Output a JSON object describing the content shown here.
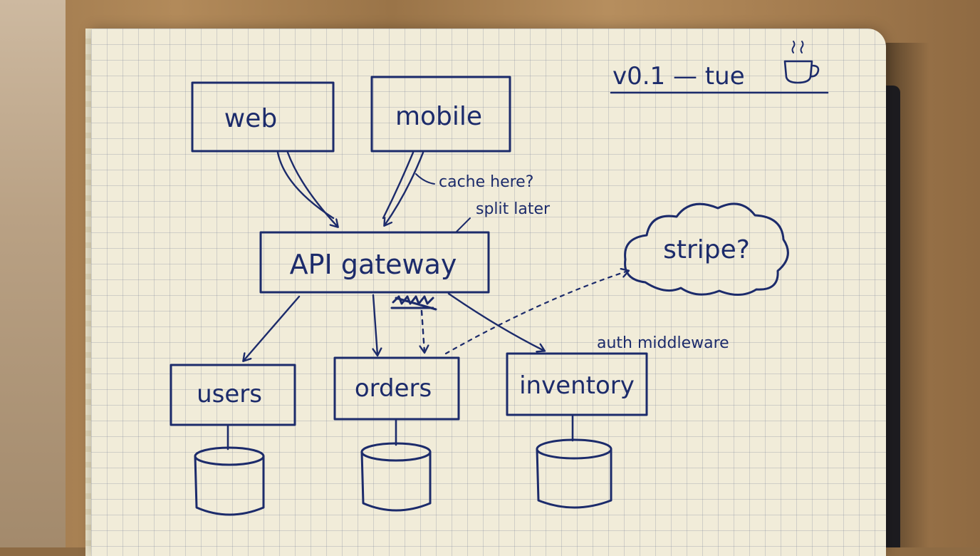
{
  "header": {
    "version_note": "v0.1 — tue",
    "cup_icon": "coffee-cup-icon"
  },
  "nodes": {
    "web": "web",
    "mobile": "mobile",
    "gateway": "API gateway",
    "users": "users",
    "orders": "orders",
    "inventory": "inventory",
    "stripe": "stripe?"
  },
  "annotations": {
    "cache": "cache here?",
    "split": "split later",
    "auth": "auth middleware"
  },
  "colors": {
    "ink": "#1c2b6b",
    "paper": "#f1ecd9"
  }
}
